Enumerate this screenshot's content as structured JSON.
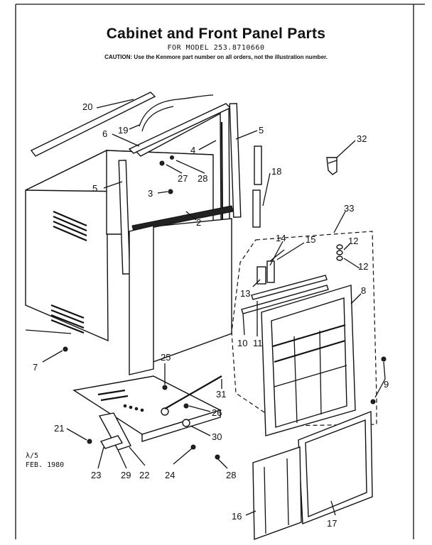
{
  "header": {
    "title": "Cabinet and Front Panel Parts",
    "model": "FOR MODEL 253.8710660",
    "caution_prefix": "CAUTION:",
    "caution_text": "Use the Kenmore part number on all orders, not the illustration number."
  },
  "notes": {
    "code": "λ/5",
    "date": "FEB. 1980"
  },
  "callouts": {
    "c20": "20",
    "c19": "19",
    "c6": "6",
    "c4": "4",
    "c5a": "5",
    "c5b": "5",
    "c27": "27",
    "c28a": "28",
    "c3": "3",
    "c2": "2",
    "c18": "18",
    "c32": "32",
    "c33": "33",
    "c14": "14",
    "c15": "15",
    "c12a": "12",
    "c12b": "12",
    "c13": "13",
    "c8": "8",
    "c10": "10",
    "c11": "11",
    "c9": "9",
    "c7": "7",
    "c25": "25",
    "c31": "31",
    "c26": "26",
    "c21": "21",
    "c30": "30",
    "c23": "23",
    "c29": "29",
    "c22": "22",
    "c24": "24",
    "c28b": "28",
    "c16": "16",
    "c17": "17"
  }
}
